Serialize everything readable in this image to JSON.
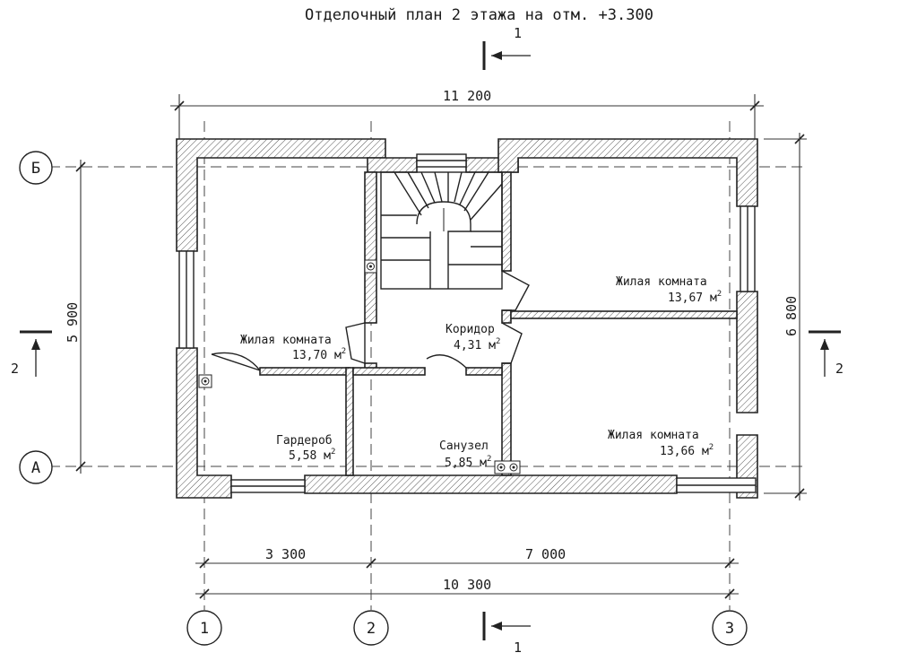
{
  "title": "Отделочный план 2 этажа на отм. +3.300",
  "section_marks": {
    "section_1": "1",
    "section_2": "2"
  },
  "axes": {
    "letter_b": "Б",
    "letter_a": "А",
    "num_1": "1",
    "num_2": "2",
    "num_3": "3"
  },
  "dimensions": {
    "top_overall": "11 200",
    "left_height": "5 900",
    "right_height": "6 800",
    "bottom_seg1": "3 300",
    "bottom_seg2": "7 000",
    "bottom_overall": "10 300"
  },
  "rooms": [
    {
      "name": "Жилая комната",
      "area": "13,70 м"
    },
    {
      "name": "Коридор",
      "area": "4,31 м"
    },
    {
      "name": "Жилая комната",
      "area": "13,67 м"
    },
    {
      "name": "Гардероб",
      "area": "5,58 м"
    },
    {
      "name": "Санузел",
      "area": "5,85 м"
    },
    {
      "name": "Жилая комната",
      "area": "13,66 м"
    }
  ],
  "area_unit_sup": "2"
}
